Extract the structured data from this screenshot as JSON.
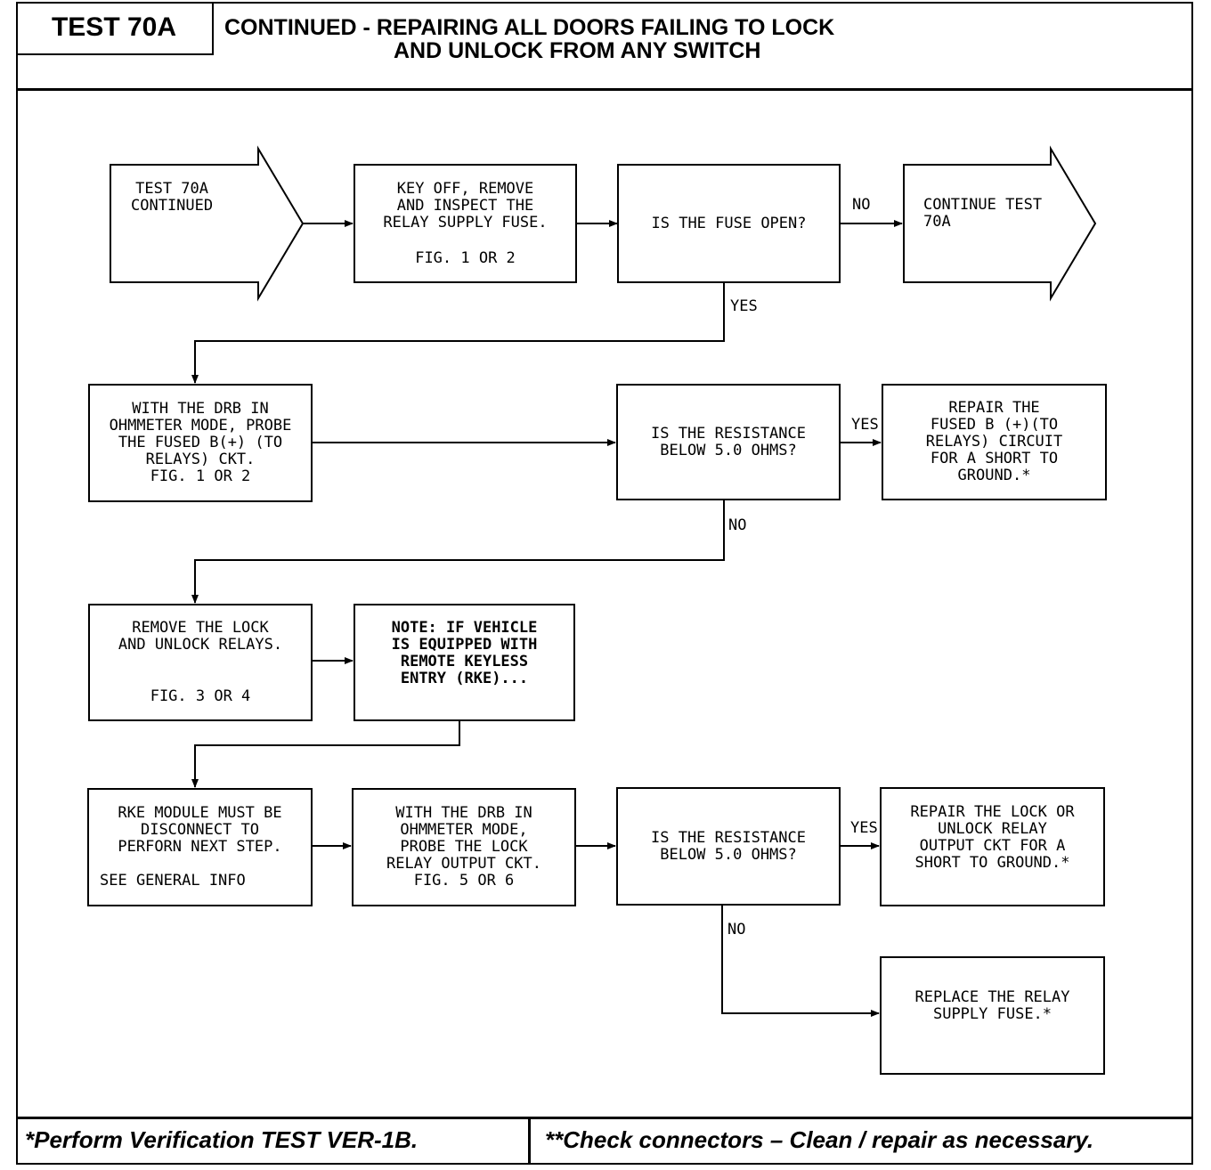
{
  "header": {
    "test_id": "TEST 70A",
    "title_line1": "CONTINUED -  REPAIRING ALL DOORS FAILING TO LOCK",
    "title_line2": "AND  UNLOCK FROM ANY SWITCH"
  },
  "nodes": {
    "start": "TEST 70A\nCONTINUED",
    "inspect_fuse": "KEY OFF, REMOVE\nAND INSPECT THE\nRELAY SUPPLY FUSE.",
    "inspect_fuse_fig": "FIG. 1 OR 2",
    "fuse_open": "IS THE FUSE OPEN?",
    "continue": "CONTINUE TEST\n70A",
    "probe_fused": "WITH THE DRB IN\nOHMMETER MODE, PROBE\nTHE FUSED B(+) (TO\nRELAYS) CKT.\nFIG. 1 OR 2",
    "resistance_1": "IS THE RESISTANCE\nBELOW 5.0 OHMS?",
    "repair_fused": "REPAIR THE\nFUSED B (+)(TO\nRELAYS) CIRCUIT\nFOR A SHORT TO\nGROUND.*",
    "remove_relays": "REMOVE THE LOCK\nAND UNLOCK RELAYS.",
    "remove_relays_fig": "FIG. 3 OR 4",
    "note_rke": "NOTE: IF VEHICLE\nIS EQUIPPED WITH\nREMOTE KEYLESS\nENTRY (RKE)...",
    "rke_disconnect": "RKE MODULE MUST BE\nDISCONNECT TO\nPERFORN NEXT STEP.",
    "rke_general": "SEE GENERAL INFO",
    "probe_lock": "WITH THE DRB IN\nOHMMETER MODE,\nPROBE THE LOCK\nRELAY OUTPUT CKT.\nFIG. 5 OR 6",
    "resistance_2": "IS THE RESISTANCE\nBELOW 5.0 OHMS?",
    "repair_lock": "REPAIR THE LOCK OR\nUNLOCK RELAY\nOUTPUT CKT FOR A\nSHORT TO GROUND.*",
    "replace_fuse": "REPLACE THE RELAY\nSUPPLY FUSE.*"
  },
  "labels": {
    "no_1": "NO",
    "yes_1": "YES",
    "yes_2": "YES",
    "no_2": "NO",
    "yes_3": "YES",
    "no_3": "NO"
  },
  "footer": {
    "left": "*Perform Verification TEST VER-1B.",
    "right": "**Check connectors – Clean / repair as necessary."
  }
}
